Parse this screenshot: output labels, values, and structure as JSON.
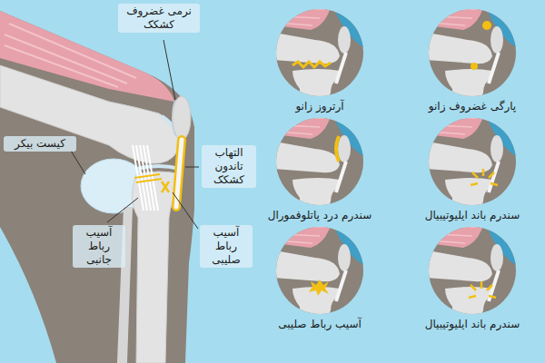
{
  "diagram": {
    "nodes": [
      {
        "text": [
          "پارگی غضروف زانو"
        ]
      },
      {
        "text": [
          "آرتروز زانو"
        ]
      },
      {
        "text": [
          "سندرم باند ایلیوتیبیال"
        ]
      },
      {
        "text": [
          "سندرم درد پاتلوفمورال"
        ]
      },
      {
        "text": [
          "سندرم باند ایلیوتیبیال"
        ]
      },
      {
        "text": [
          "آسیب رباط صلیبی"
        ]
      }
    ],
    "labels": [
      "نرمی غضروف کشکک",
      "کیست بیکر",
      "التهاب تاندون کشکک",
      "آسیب رباط جانبی",
      "آسیب رباط صلیبی"
    ]
  }
}
